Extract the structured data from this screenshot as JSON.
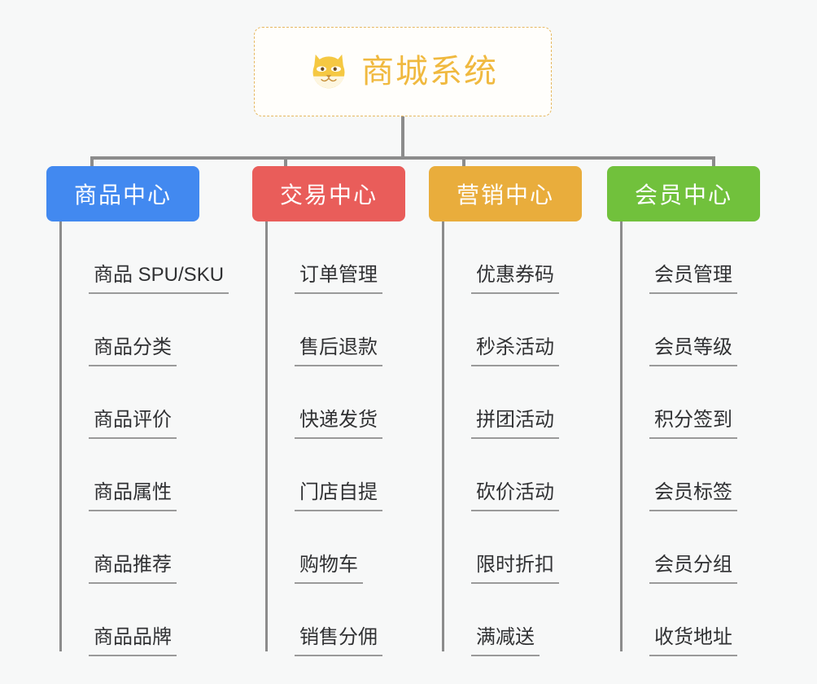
{
  "diagram": {
    "background_color": "#f7f8f8",
    "connector_color": "#8c8c8c",
    "root": {
      "title": "商城系统",
      "icon": "shiba-dog-face-icon",
      "title_color": "#f0b93f",
      "border_color": "#e6b860",
      "background_color": "#fffefb"
    },
    "categories": [
      {
        "label": "商品中心",
        "color": "#4289f0",
        "items": [
          "商品 SPU/SKU",
          "商品分类",
          "商品评价",
          "商品属性",
          "商品推荐",
          "商品品牌"
        ]
      },
      {
        "label": "交易中心",
        "color": "#e95d5a",
        "items": [
          "订单管理",
          "售后退款",
          "快递发货",
          "门店自提",
          "购物车",
          "销售分佣"
        ]
      },
      {
        "label": "营销中心",
        "color": "#e9ad3c",
        "items": [
          "优惠券码",
          "秒杀活动",
          "拼团活动",
          "砍价活动",
          "限时折扣",
          "满减送"
        ]
      },
      {
        "label": "会员中心",
        "color": "#71c13c",
        "items": [
          "会员管理",
          "会员等级",
          "积分签到",
          "会员标签",
          "会员分组",
          "收货地址"
        ]
      }
    ]
  }
}
